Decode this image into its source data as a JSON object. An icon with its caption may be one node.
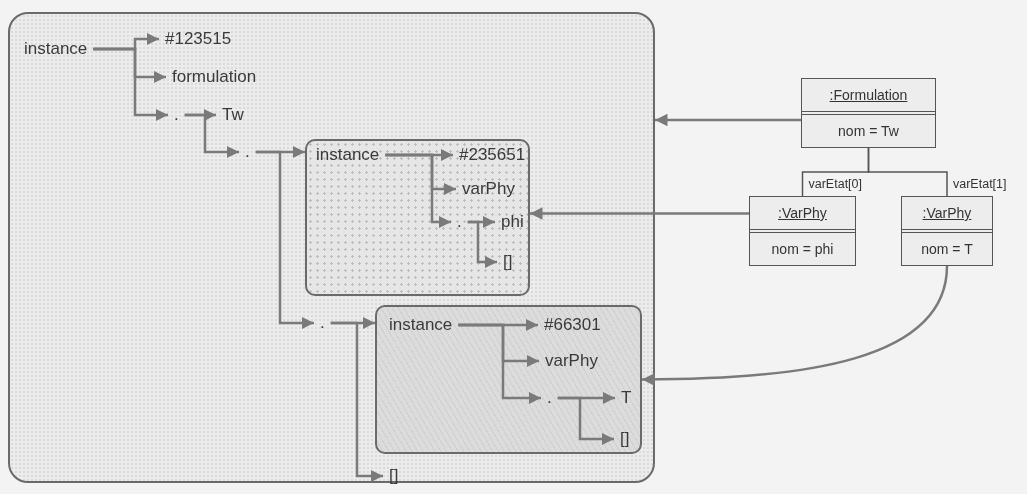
{
  "diagram": {
    "nodes": [
      {
        "text": [],
        "shape": "box"
      },
      {
        "text": [
          "instance"
        ],
        "in": 0
      },
      {
        "text": [
          "#123515"
        ],
        "in": 0
      },
      {
        "text": [
          "formulation"
        ],
        "in": 0
      },
      {
        "text": [
          "."
        ],
        "in": 0
      },
      {
        "text": [
          "Tw"
        ],
        "in": 0
      },
      {
        "text": [
          "."
        ],
        "in": 0
      },
      {
        "text": [],
        "shape": "box",
        "in": 0
      },
      {
        "text": [
          "instance"
        ],
        "in": 7
      },
      {
        "text": [
          "#235651"
        ],
        "in": 7
      },
      {
        "text": [
          "varPhy"
        ],
        "in": 7
      },
      {
        "text": [
          "."
        ],
        "in": 7
      },
      {
        "text": [
          "phi"
        ],
        "in": 7
      },
      {
        "text": [
          "[]"
        ],
        "in": 7
      },
      {
        "text": [
          "."
        ],
        "in": 0
      },
      {
        "text": [],
        "shape": "box",
        "in": 0
      },
      {
        "text": [
          "instance"
        ],
        "in": 15
      },
      {
        "text": [
          "#66301"
        ],
        "in": 15
      },
      {
        "text": [
          "varPhy"
        ],
        "in": 15
      },
      {
        "text": [
          "."
        ],
        "in": 15
      },
      {
        "text": [
          "T"
        ],
        "in": 15
      },
      {
        "text": [
          "[]"
        ],
        "in": 15
      },
      {
        "text": [
          "[]"
        ],
        "in": 0
      },
      {
        "text": [
          ":Formulation",
          "nom = Tw"
        ]
      },
      {
        "text": [
          ":VarPhy",
          "nom = phi"
        ]
      },
      {
        "text": [
          ":VarPhy",
          "nom = T"
        ]
      }
    ],
    "edges": [
      {
        "from": 1,
        "to": 2,
        "arrow": "to"
      },
      {
        "from": 1,
        "to": 3,
        "arrow": "to"
      },
      {
        "from": 1,
        "to": 4,
        "arrow": "to"
      },
      {
        "from": 4,
        "to": 5,
        "arrow": "to"
      },
      {
        "from": 4,
        "to": 6,
        "arrow": "to"
      },
      {
        "from": 6,
        "to": 7,
        "arrow": "to"
      },
      {
        "from": 6,
        "to": 14,
        "arrow": "to"
      },
      {
        "from": 8,
        "to": 9,
        "arrow": "to"
      },
      {
        "from": 8,
        "to": 10,
        "arrow": "to"
      },
      {
        "from": 8,
        "to": 11,
        "arrow": "to"
      },
      {
        "from": 11,
        "to": 12,
        "arrow": "to"
      },
      {
        "from": 11,
        "to": 13,
        "arrow": "to"
      },
      {
        "from": 14,
        "to": 15,
        "arrow": "to"
      },
      {
        "from": 14,
        "to": 22,
        "arrow": "to"
      },
      {
        "from": 16,
        "to": 17,
        "arrow": "to"
      },
      {
        "from": 16,
        "to": 18,
        "arrow": "to"
      },
      {
        "from": 16,
        "to": 19,
        "arrow": "to"
      },
      {
        "from": 19,
        "to": 20,
        "arrow": "to"
      },
      {
        "from": 19,
        "to": 21,
        "arrow": "to"
      },
      {
        "from": 23,
        "to": 0,
        "arrow": "to"
      },
      {
        "from": 23,
        "to": 24,
        "arrow": "none",
        "label": "varEtat[0]"
      },
      {
        "from": 23,
        "to": 25,
        "arrow": "none",
        "label": "varEtat[1]"
      },
      {
        "from": 24,
        "to": 7,
        "arrow": "to"
      },
      {
        "from": 25,
        "to": 15,
        "arrow": "to"
      }
    ]
  }
}
